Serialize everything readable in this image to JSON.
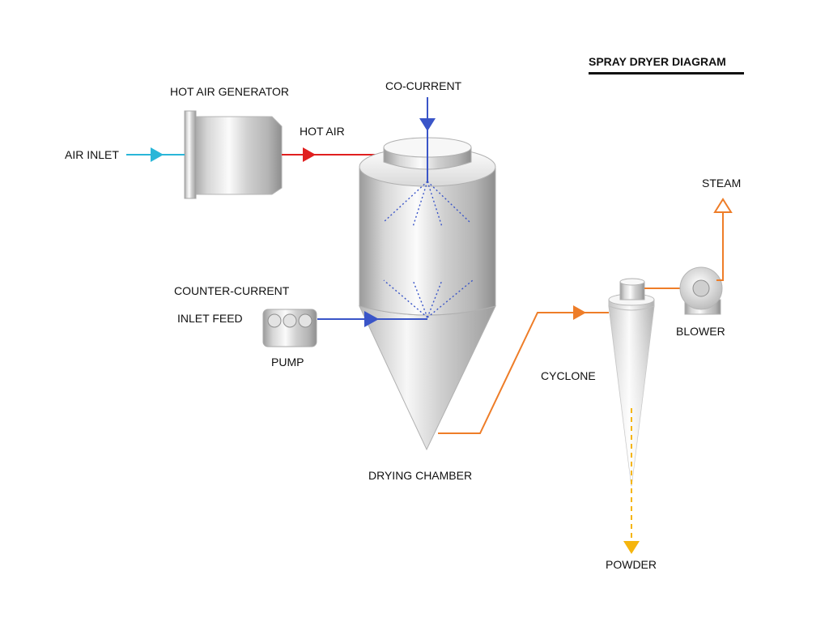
{
  "title": "SPRAY DRYER DIAGRAM",
  "labels": {
    "hot_air_generator": "HOT AIR GENERATOR",
    "co_current": "CO-CURRENT",
    "hot_air": "HOT AIR",
    "air_inlet": "AIR INLET",
    "steam": "STEAM",
    "counter_current": "COUNTER-CURRENT",
    "inlet_feed": "INLET FEED",
    "blower": "BLOWER",
    "pump": "PUMP",
    "cyclone": "CYCLONE",
    "drying_chamber": "DRYING CHAMBER",
    "powder": "POWDER"
  },
  "colors": {
    "air_inlet_flow": "#29b6d8",
    "hot_air_flow": "#e01f1f",
    "feed_flow": "#3a55c8",
    "exhaust_flow": "#ee7d28",
    "powder_flow": "#f5b50e",
    "equipment_light": "#f3f3f3",
    "equipment_mid": "#c9c9c9",
    "equipment_dark": "#8d8d8d"
  }
}
